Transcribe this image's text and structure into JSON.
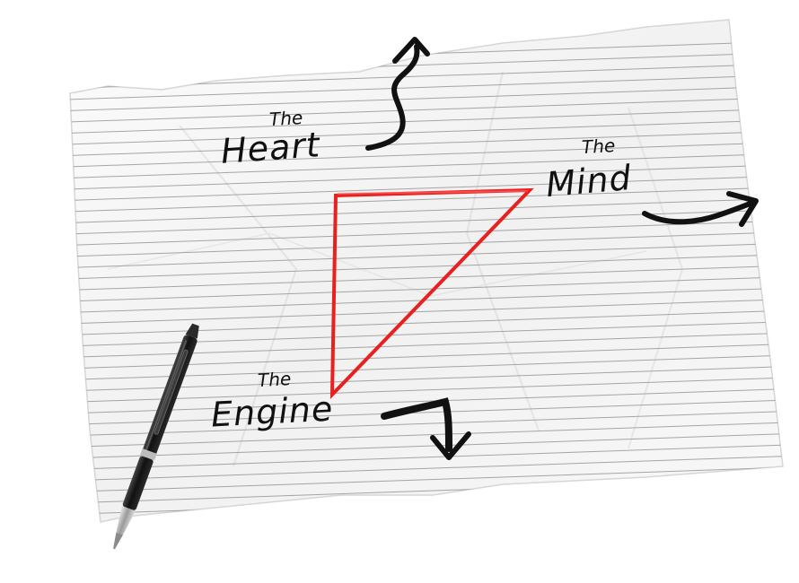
{
  "labels": {
    "heart": {
      "the": "The",
      "word": "Heart"
    },
    "mind": {
      "the": "The",
      "word": "Mind"
    },
    "engine": {
      "the": "The",
      "word": "Engine"
    }
  },
  "colors": {
    "paper": "#f7f7f7",
    "ruled_line": "#8a8a8a",
    "triangle": "#e8201f",
    "ink": "#111111",
    "pen_body": "#1e1e1e",
    "pen_metal": "#c8c8c8"
  },
  "icons": [
    "curly-up-arrow-icon",
    "curved-right-arrow-icon",
    "hooked-down-arrow-icon",
    "pen-icon"
  ]
}
